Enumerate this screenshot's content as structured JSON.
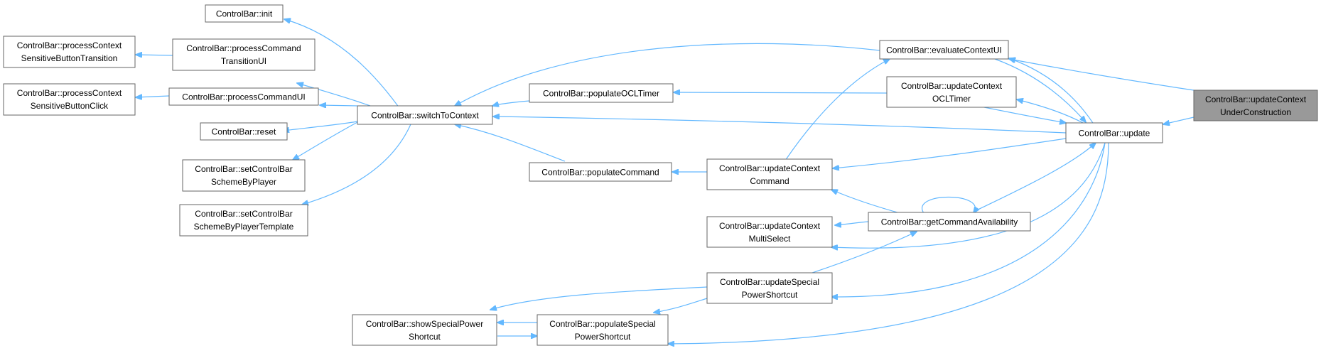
{
  "colors": {
    "edge": "#63b8ff",
    "node_border": "#666666",
    "node_fill": "#ffffff",
    "root_fill": "#999999"
  },
  "nodes": [
    {
      "id": "init",
      "lines": [
        "ControlBar::init"
      ]
    },
    {
      "id": "pcsbt",
      "lines": [
        "ControlBar::processContext",
        "SensitiveButtonTransition"
      ]
    },
    {
      "id": "pctu",
      "lines": [
        "ControlBar::processCommand",
        "TransitionUI"
      ]
    },
    {
      "id": "pcsbc",
      "lines": [
        "ControlBar::processContext",
        "SensitiveButtonClick"
      ]
    },
    {
      "id": "pcu",
      "lines": [
        "ControlBar::processCommandUI"
      ]
    },
    {
      "id": "reset",
      "lines": [
        "ControlBar::reset"
      ]
    },
    {
      "id": "scbsp",
      "lines": [
        "ControlBar::setControlBar",
        "SchemeByPlayer"
      ]
    },
    {
      "id": "scbspt",
      "lines": [
        "ControlBar::setControlBar",
        "SchemeByPlayerTemplate"
      ]
    },
    {
      "id": "stc",
      "lines": [
        "ControlBar::switchToContext"
      ]
    },
    {
      "id": "poclt",
      "lines": [
        "ControlBar::populateOCLTimer"
      ]
    },
    {
      "id": "pc",
      "lines": [
        "ControlBar::populateCommand"
      ]
    },
    {
      "id": "ssps",
      "lines": [
        "ControlBar::showSpecialPower",
        "Shortcut"
      ]
    },
    {
      "id": "psps",
      "lines": [
        "ControlBar::populateSpecial",
        "PowerShortcut"
      ]
    },
    {
      "id": "ecui",
      "lines": [
        "ControlBar::evaluateContextUI"
      ]
    },
    {
      "id": "ucoclt",
      "lines": [
        "ControlBar::updateContext",
        "OCLTimer"
      ]
    },
    {
      "id": "ucc",
      "lines": [
        "ControlBar::updateContext",
        "Command"
      ]
    },
    {
      "id": "ucms",
      "lines": [
        "ControlBar::updateContext",
        "MultiSelect"
      ]
    },
    {
      "id": "usps",
      "lines": [
        "ControlBar::updateSpecial",
        "PowerShortcut"
      ]
    },
    {
      "id": "gca",
      "lines": [
        "ControlBar::getCommandAvailability"
      ]
    },
    {
      "id": "update",
      "lines": [
        "ControlBar::update"
      ]
    },
    {
      "id": "root",
      "lines": [
        "ControlBar::updateContext",
        "UnderConstruction"
      ]
    }
  ]
}
